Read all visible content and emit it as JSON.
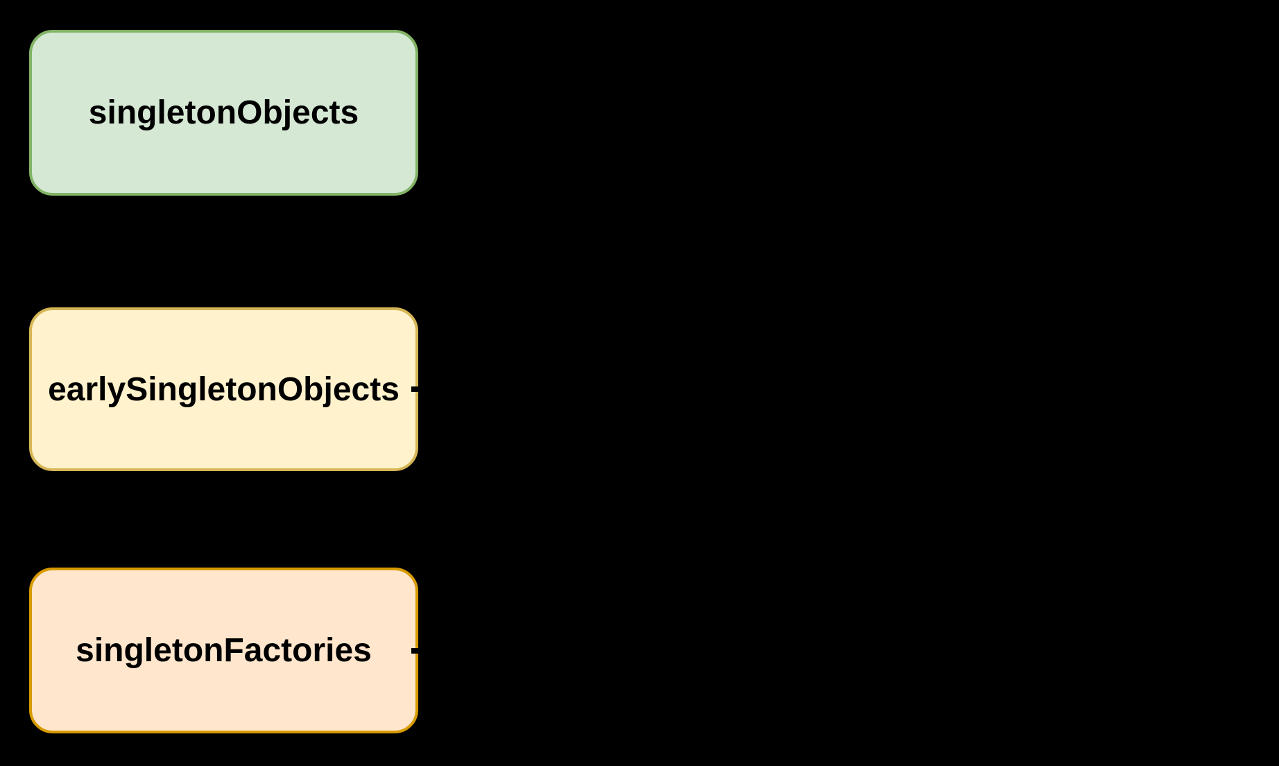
{
  "canvas": {
    "background_color": "#000000",
    "text_color": "#000000"
  },
  "diagram": {
    "description": "Three cache maps diagram (Spring singleton three-level cache)",
    "nodes": [
      {
        "label": "singletonObjects",
        "fill": "#d5e8d4",
        "stroke": "#82b366",
        "connector_stub": false
      },
      {
        "label": "earlySingletonObjects",
        "fill": "#fff2cc",
        "stroke": "#d6b656",
        "connector_stub": true
      },
      {
        "label": "singletonFactories",
        "fill": "#ffe6cc",
        "stroke": "#d79b00",
        "connector_stub": true
      }
    ]
  }
}
